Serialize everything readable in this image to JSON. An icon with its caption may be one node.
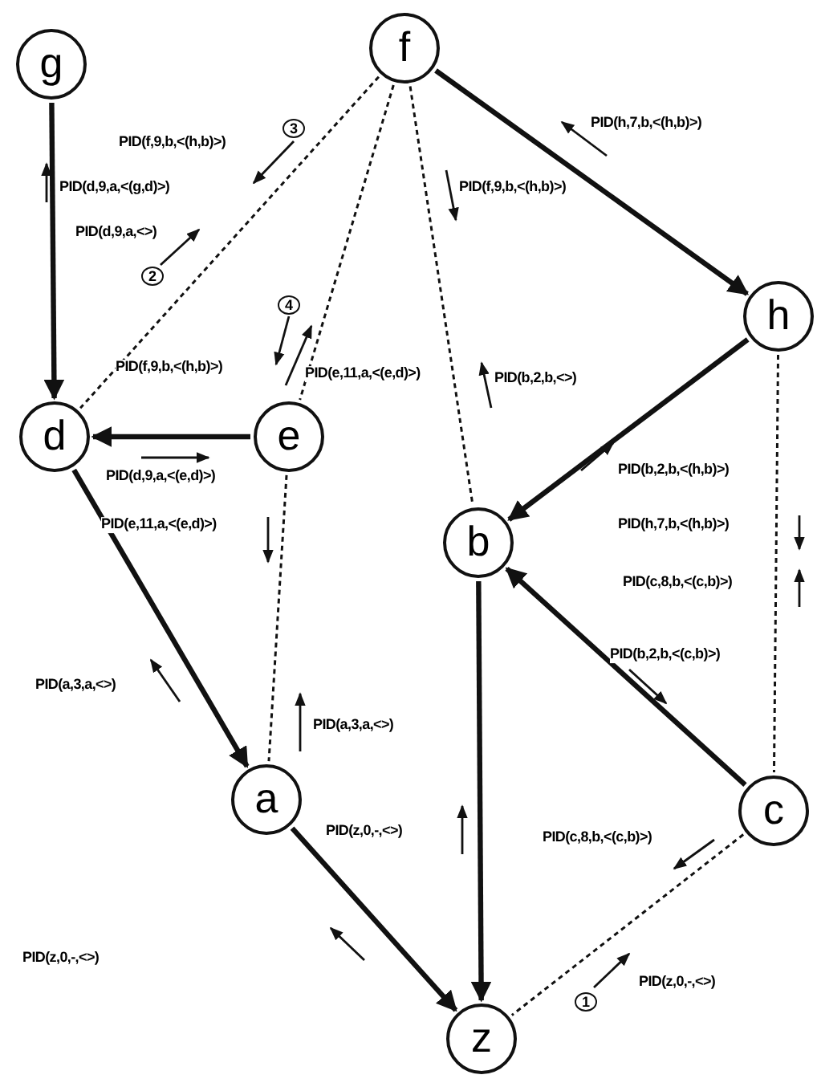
{
  "diagram": {
    "nodes": [
      {
        "text": [
          "g"
        ]
      },
      {
        "text": [
          "f"
        ]
      },
      {
        "text": [
          "d"
        ]
      },
      {
        "text": [
          "e"
        ]
      },
      {
        "text": [
          "h"
        ]
      },
      {
        "text": [
          "b"
        ]
      },
      {
        "text": [
          "a"
        ]
      },
      {
        "text": [
          "c"
        ]
      },
      {
        "text": [
          "z"
        ]
      }
    ],
    "edges": [
      {
        "from": 0,
        "to": 2,
        "arrow": "to"
      },
      {
        "from": 1,
        "to": 2,
        "arrow": "none",
        "style": "dashed"
      },
      {
        "from": 1,
        "to": 3,
        "arrow": "none",
        "style": "dashed"
      },
      {
        "from": 1,
        "to": 5,
        "arrow": "none",
        "style": "dashed"
      },
      {
        "from": 1,
        "to": 4,
        "arrow": "to"
      },
      {
        "from": 3,
        "to": 2,
        "arrow": "to"
      },
      {
        "from": 4,
        "to": 5,
        "arrow": "to"
      },
      {
        "from": 2,
        "to": 6,
        "arrow": "to"
      },
      {
        "from": 3,
        "to": 6,
        "arrow": "none",
        "style": "dashed"
      },
      {
        "from": 4,
        "to": 7,
        "arrow": "none",
        "style": "dashed"
      },
      {
        "from": 7,
        "to": 5,
        "arrow": "to"
      },
      {
        "from": 5,
        "to": 8,
        "arrow": "to"
      },
      {
        "from": 6,
        "to": 8,
        "arrow": "to"
      },
      {
        "from": 7,
        "to": 8,
        "arrow": "none",
        "style": "dashed"
      }
    ],
    "labels": [
      "3",
      "PID(h,7,b,<(h,b)>)",
      "PID(f,9,b,<(h,b)>)",
      "PID(d,9,a,<(g,d)>)",
      "PID(f,9,b,<(h,b)>)",
      "PID(d,9,a,<>)",
      "2",
      "4",
      "PID(f,9,b,<(h,b)>)",
      "PID(e,11,a,<(e,d)>)",
      "PID(b,2,b,<>)",
      "PID(d,9,a,<(e,d)>)",
      "PID(b,2,b,<(h,b)>)",
      "PID(e,11,a,<(e,d)>)",
      "PID(h,7,b,<(h,b)>)",
      "PID(c,8,b,<(c,b)>)",
      "PID(b,2,b,<(c,b)>)",
      "PID(a,3,a,<>)",
      "PID(a,3,a,<>)",
      "PID(z,0,-,<>)",
      "PID(c,8,b,<(c,b)>)",
      "PID(z,0,-,<>)",
      "1",
      "PID(z,0,-,<>)"
    ]
  }
}
